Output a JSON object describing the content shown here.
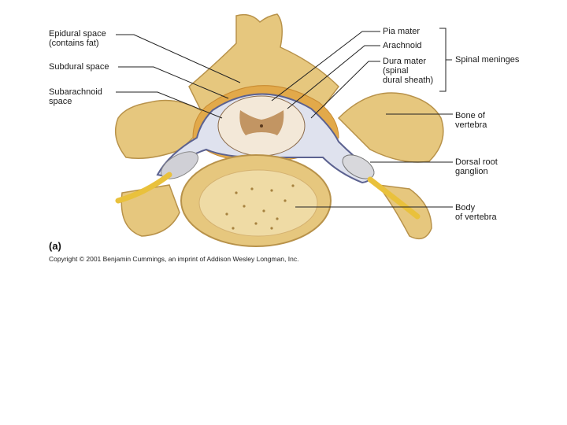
{
  "figure_tag": "(a)",
  "copyright": "Copyright © 2001 Benjamin Cummings, an imprint of Addison Wesley Longman, Inc.",
  "labels": {
    "epidural": "Epidural space\n(contains fat)",
    "subdural": "Subdural space",
    "subarachnoid": "Subarachnoid\nspace",
    "pia": "Pia mater",
    "arachnoid": "Arachnoid",
    "dura": "Dura mater\n(spinal\ndural sheath)",
    "meninges": "Spinal meninges",
    "bone": "Bone of\nvertebra",
    "ganglion": "Dorsal root\nganglion",
    "body": "Body\nof vertebra"
  },
  "colors": {
    "bone": "#e6c77e",
    "bone_dark": "#c9a352",
    "fat": "#e2a94a",
    "dura": "#6a6f9a",
    "cord": "#f3e8d8",
    "gray_matter": "#b8864f",
    "nerve": "#e9c13c"
  }
}
